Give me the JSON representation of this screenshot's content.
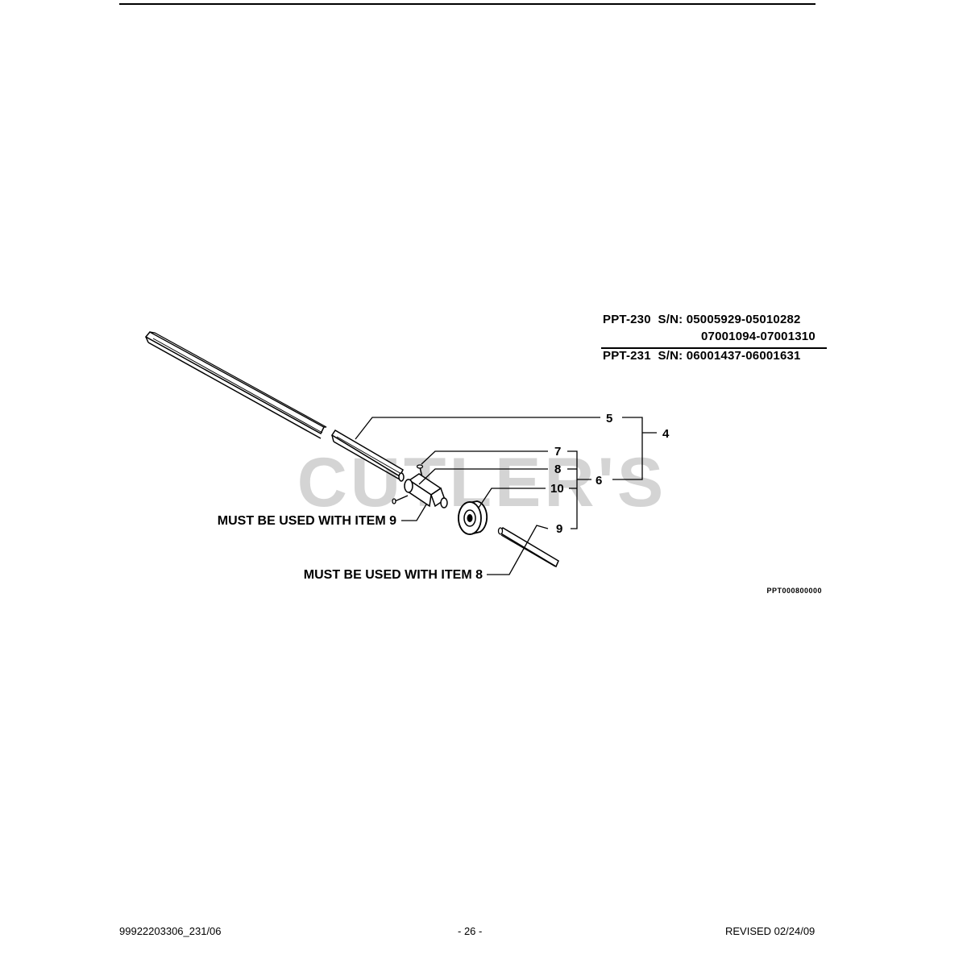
{
  "serial_table": {
    "row1": {
      "model": "PPT-230",
      "label": "S/N:",
      "range": "05005929-05010282"
    },
    "row1_extra": "07001094-07001310",
    "row2": {
      "model": "PPT-231",
      "label": "S/N:",
      "range": "06001437-06001631"
    }
  },
  "callouts": {
    "c5": "5",
    "c4": "4",
    "c7": "7",
    "c8": "8",
    "c10": "10",
    "c6": "6",
    "c9": "9"
  },
  "notes": {
    "with_item_9": "MUST BE USED WITH ITEM 9",
    "with_item_8": "MUST BE USED WITH ITEM 8"
  },
  "figure_ref": "PPT000800000",
  "watermark": "CUTLER'S",
  "footer": {
    "left": "99922203306_231/06",
    "center": "- 26 -",
    "right": "REVISED 02/24/09"
  }
}
